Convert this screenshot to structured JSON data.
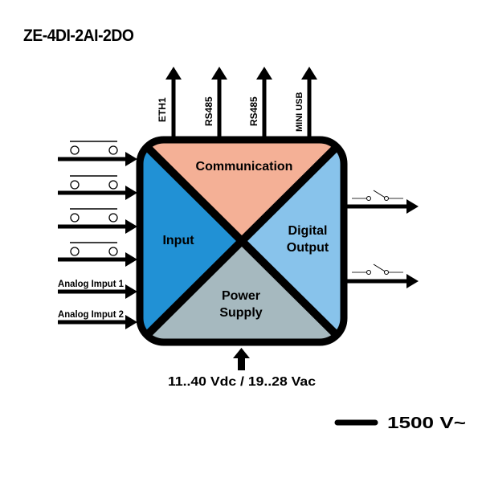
{
  "title": "ZE-4DI-2AI-2DO",
  "communication_ports": [
    "ETH1",
    "RS485",
    "RS485",
    "MINI USB"
  ],
  "sections": {
    "communication": "Communication",
    "input": "Input",
    "digital_output_line1": "Digital",
    "digital_output_line2": "Output",
    "power_supply_line1": "Power",
    "power_supply_line2": "Supply"
  },
  "inputs": {
    "digital_count": 4,
    "analog_labels": [
      "Analog Imput 1",
      "Analog Imput 2"
    ]
  },
  "outputs": {
    "digital_count": 2
  },
  "power_label": "11..40 Vdc / 19..28 Vac",
  "isolation_label": "1500 V~",
  "colors": {
    "communication": "#F4B096",
    "input": "#2191D5",
    "digital_output": "#88C3EB",
    "power_supply": "#A6B9BF",
    "border": "#000000"
  }
}
